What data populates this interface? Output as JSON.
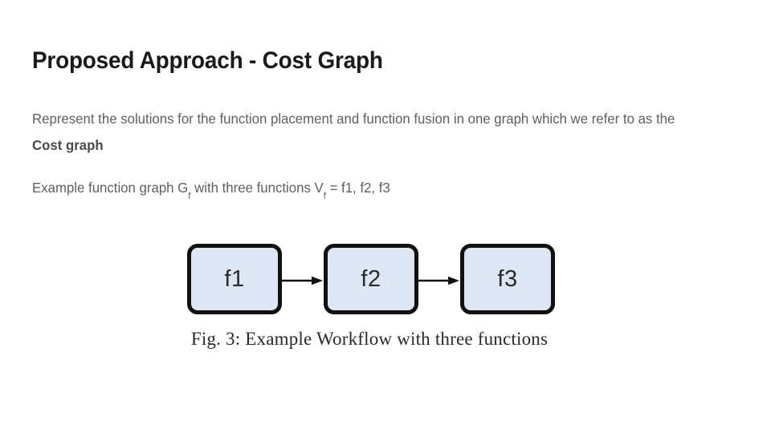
{
  "slide": {
    "title": "Proposed Approach - Cost Graph",
    "background_color": "#ffffff",
    "title_color": "#1a1a1a",
    "body_text_color": "#5f5f5f"
  },
  "body": {
    "paragraph1_lead": "Represent the solutions for the function placement and function fusion in one graph which we refer to as the ",
    "paragraph1_emphasis": "Cost graph",
    "paragraph2_part1": "Example function graph G",
    "paragraph2_sub1": "f",
    "paragraph2_part2": " with three functions V",
    "paragraph2_sub2": "f",
    "paragraph2_part3": " = f1, f2, f3"
  },
  "figure": {
    "caption": "Fig. 3: Example Workflow with three functions",
    "node_fill_color": "#dce7f3",
    "node_border_color": "#111111",
    "arrow_color": "#111111",
    "nodes": [
      {
        "label": "f1"
      },
      {
        "label": "f2"
      },
      {
        "label": "f3"
      }
    ],
    "arrows": [
      {
        "from": "f1",
        "to": "f2"
      },
      {
        "from": "f2",
        "to": "f3"
      }
    ]
  }
}
